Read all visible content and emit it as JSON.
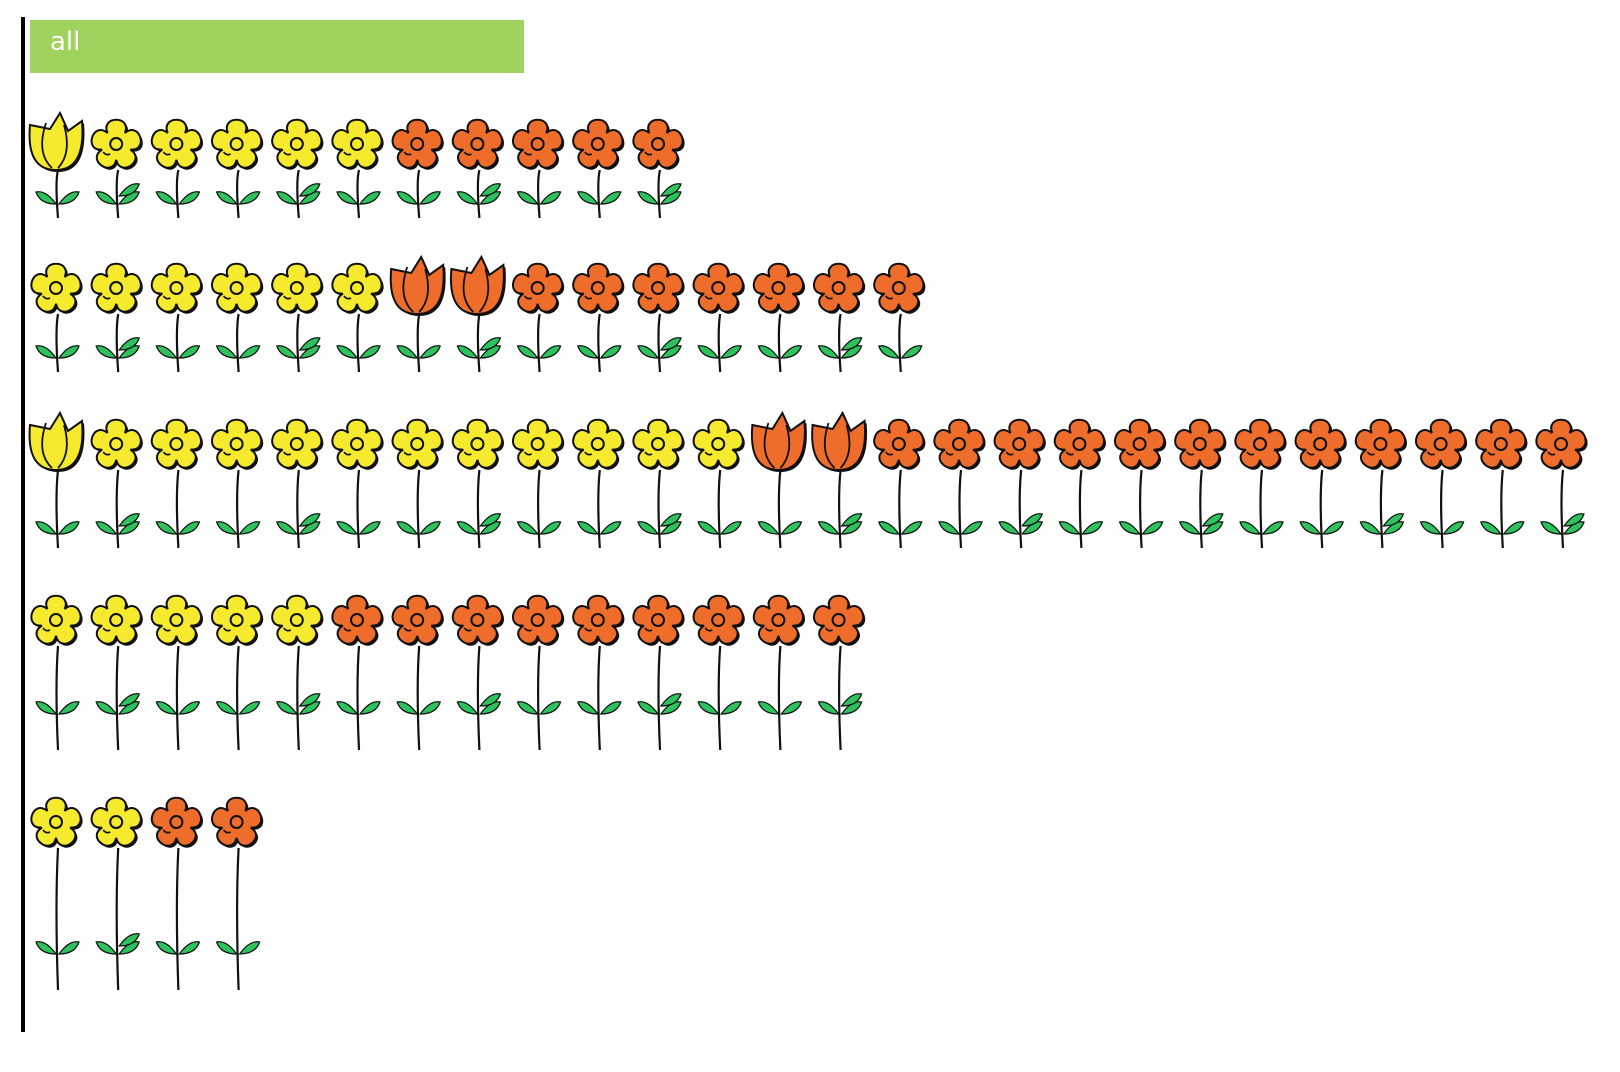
{
  "filter_tag": {
    "label": "all"
  },
  "colors": {
    "yellow": "#f5ea2e",
    "orange": "#ee6d2b",
    "leaf": "#2ec25e",
    "outline": "#111111",
    "tag_bg": "#9fd35e"
  },
  "icons": {
    "tulip": "tulip-icon",
    "daisy": "daisy-icon",
    "stem": "stem-icon",
    "leaf": "leaf-icon"
  },
  "chart_data": {
    "type": "pictogram",
    "title": "",
    "legend": "none",
    "rows": [
      {
        "sequence": [
          "yellow-tulip",
          "yellow-daisy",
          "yellow-daisy",
          "yellow-daisy",
          "yellow-daisy",
          "yellow-daisy",
          "orange-daisy",
          "orange-daisy",
          "orange-daisy",
          "orange-daisy",
          "orange-daisy"
        ],
        "total": 11
      },
      {
        "sequence": [
          "yellow-daisy",
          "yellow-daisy",
          "yellow-daisy",
          "yellow-daisy",
          "yellow-daisy",
          "yellow-daisy",
          "orange-tulip",
          "orange-tulip",
          "orange-daisy",
          "orange-daisy",
          "orange-daisy",
          "orange-daisy",
          "orange-daisy",
          "orange-daisy",
          "orange-daisy"
        ],
        "total": 15
      },
      {
        "sequence": [
          "yellow-tulip",
          "yellow-daisy",
          "yellow-daisy",
          "yellow-daisy",
          "yellow-daisy",
          "yellow-daisy",
          "yellow-daisy",
          "yellow-daisy",
          "yellow-daisy",
          "yellow-daisy",
          "yellow-daisy",
          "yellow-daisy",
          "orange-tulip",
          "orange-tulip",
          "orange-daisy",
          "orange-daisy",
          "orange-daisy",
          "orange-daisy",
          "orange-daisy",
          "orange-daisy",
          "orange-daisy",
          "orange-daisy",
          "orange-daisy",
          "orange-daisy",
          "orange-daisy",
          "orange-daisy"
        ],
        "total": 26
      },
      {
        "sequence": [
          "yellow-daisy",
          "yellow-daisy",
          "yellow-daisy",
          "yellow-daisy",
          "yellow-daisy",
          "orange-daisy",
          "orange-daisy",
          "orange-daisy",
          "orange-daisy",
          "orange-daisy",
          "orange-daisy",
          "orange-daisy",
          "orange-daisy",
          "orange-daisy"
        ],
        "total": 14
      },
      {
        "sequence": [
          "yellow-daisy",
          "yellow-daisy",
          "orange-daisy",
          "orange-daisy"
        ],
        "total": 4
      }
    ]
  }
}
